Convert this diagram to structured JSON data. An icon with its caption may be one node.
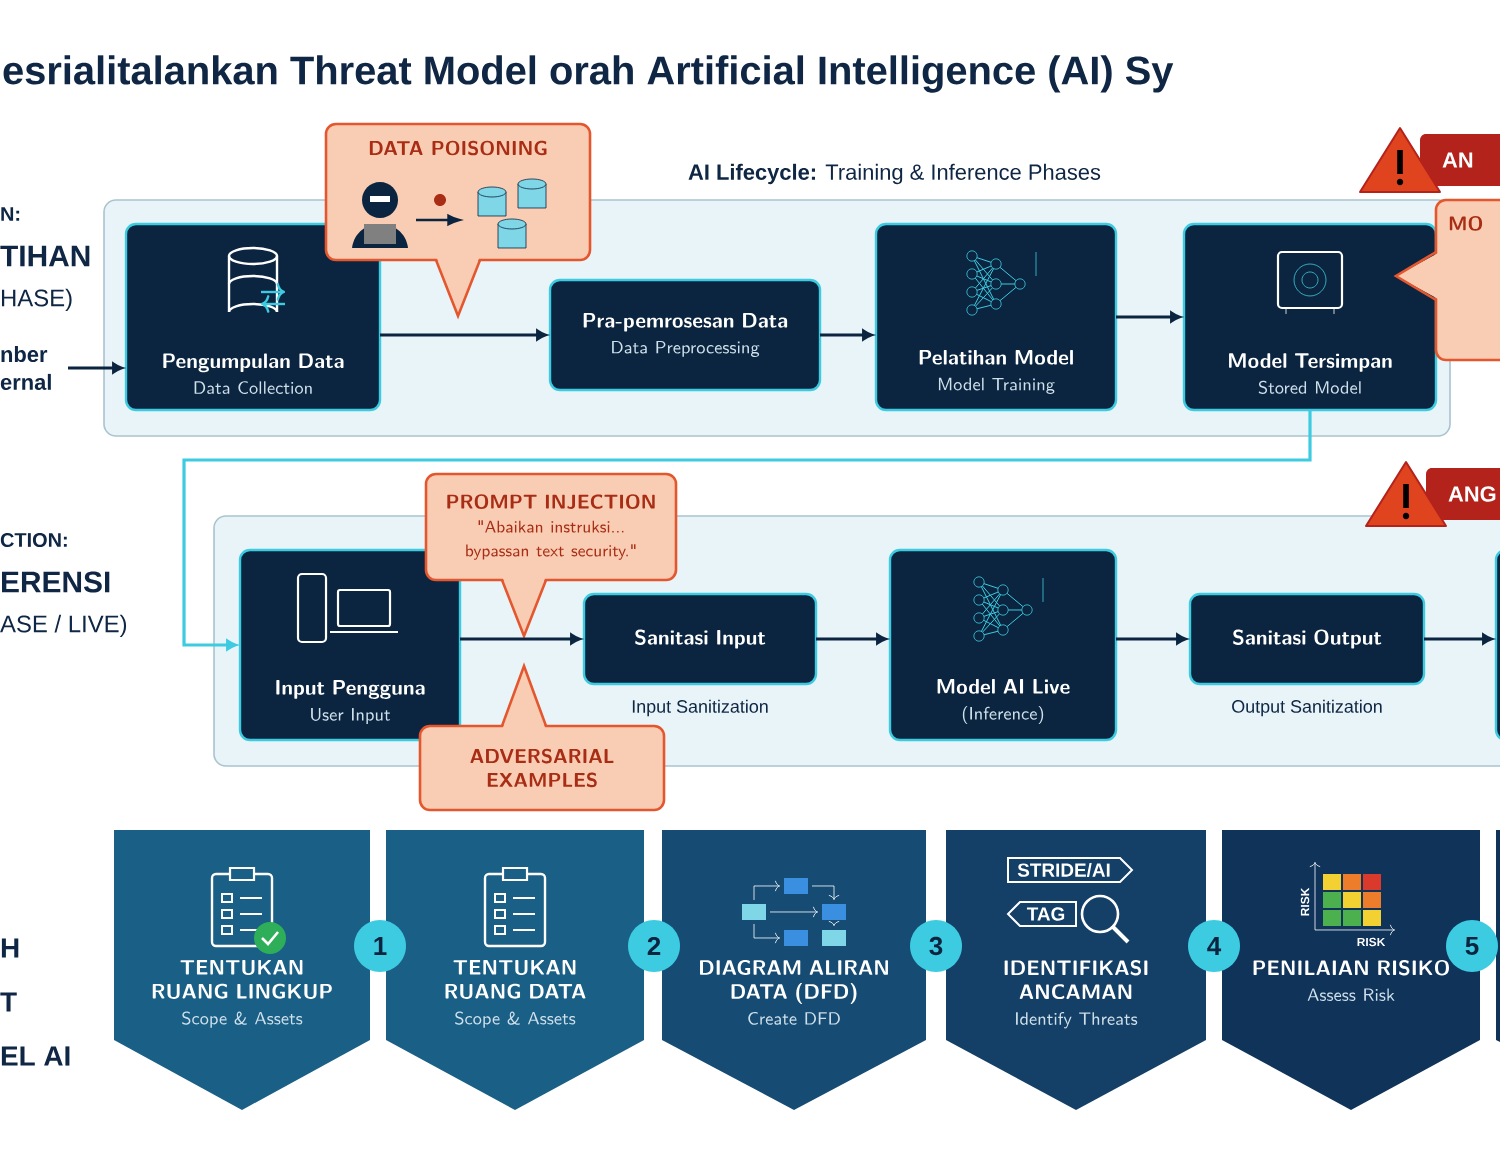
{
  "diagram": {
    "title": "esrialitalankan Threat Model orah Artificial Intelligence (AI) Sy",
    "nodes": [
      {
        "text": [],
        "shape": "box"
      },
      {
        "text": [
          "Pengumpulan Data",
          "Data Collection"
        ],
        "in": 0
      },
      {
        "text": [
          "Pra-pemrosesan Data",
          "Data Preprocessing"
        ],
        "in": 0
      },
      {
        "text": [
          "Pelatihan Model",
          "Model Training"
        ],
        "in": 0
      },
      {
        "text": [
          "Model Tersimpan",
          "Stored Model"
        ],
        "in": 0
      },
      {
        "text": [
          "DATA POISONING"
        ]
      },
      {
        "text": [
          "nber ernal"
        ]
      },
      {
        "text": [],
        "shape": "box"
      },
      {
        "text": [
          "Input Pengguna",
          "User Input"
        ],
        "in": 7
      },
      {
        "text": [
          "Sanitasi Input"
        ],
        "beside": [
          "Input Sanitization"
        ],
        "in": 7
      },
      {
        "text": [
          "Model AI Live",
          "(Inference)"
        ],
        "in": 7
      },
      {
        "text": [
          "Sanitasi Output"
        ],
        "beside": [
          "Output Sanitization"
        ],
        "in": 7
      },
      {
        "text": [],
        "shape": "box",
        "in": 7
      },
      {
        "text": [
          "PROMPT INJECTION",
          "\"Abaikan instruksi... bypassan text security.\""
        ]
      },
      {
        "text": [
          "ADVERSARIAL EXAMPLES"
        ]
      },
      {
        "text": [
          "AN"
        ]
      },
      {
        "text": [
          "MO"
        ]
      },
      {
        "text": [
          "ANG"
        ]
      },
      {
        "text": [
          "TENTUKAN RUANG LINGKUP",
          "Scope & Assets"
        ]
      },
      {
        "text": [
          "TENTUKAN RUANG DATA",
          "Scope & Assets"
        ]
      },
      {
        "text": [
          "DIAGRAM ALIRAN DATA (DFD)",
          "Create DFD"
        ]
      },
      {
        "text": [
          "STRIDE/AI",
          "TAG",
          "IDENTIFIKASI ANCAMAN",
          "Identify Threats"
        ]
      },
      {
        "text": [
          "RISK",
          "RISK",
          "PENILAIAN RISIKO",
          "Assess Risk"
        ]
      },
      {
        "text": [],
        "shape": "box"
      }
    ],
    "edges": [
      {
        "from": 6,
        "to": 1,
        "arrow": "to"
      },
      {
        "from": 1,
        "to": 2,
        "arrow": "to"
      },
      {
        "from": 2,
        "to": 3,
        "arrow": "to"
      },
      {
        "from": 3,
        "to": 4,
        "arrow": "to"
      },
      {
        "from": 4,
        "to": 8,
        "arrow": "to",
        "color": "#3ccbe0"
      },
      {
        "from": 8,
        "to": 9,
        "arrow": "to"
      },
      {
        "from": 9,
        "to": 10,
        "arrow": "to"
      },
      {
        "from": 10,
        "to": 11,
        "arrow": "to"
      },
      {
        "from": 11,
        "to": 12,
        "arrow": "to"
      }
    ],
    "labels": [
      "**AI Lifecycle:** Training & Inference Phases",
      "N:",
      "TIHAN",
      "HASE)",
      "CTION:",
      "ERENSI",
      "ASE / LIVE)",
      "H",
      "T",
      "EL AI",
      "1",
      "2",
      "3",
      "4",
      "5"
    ]
  }
}
